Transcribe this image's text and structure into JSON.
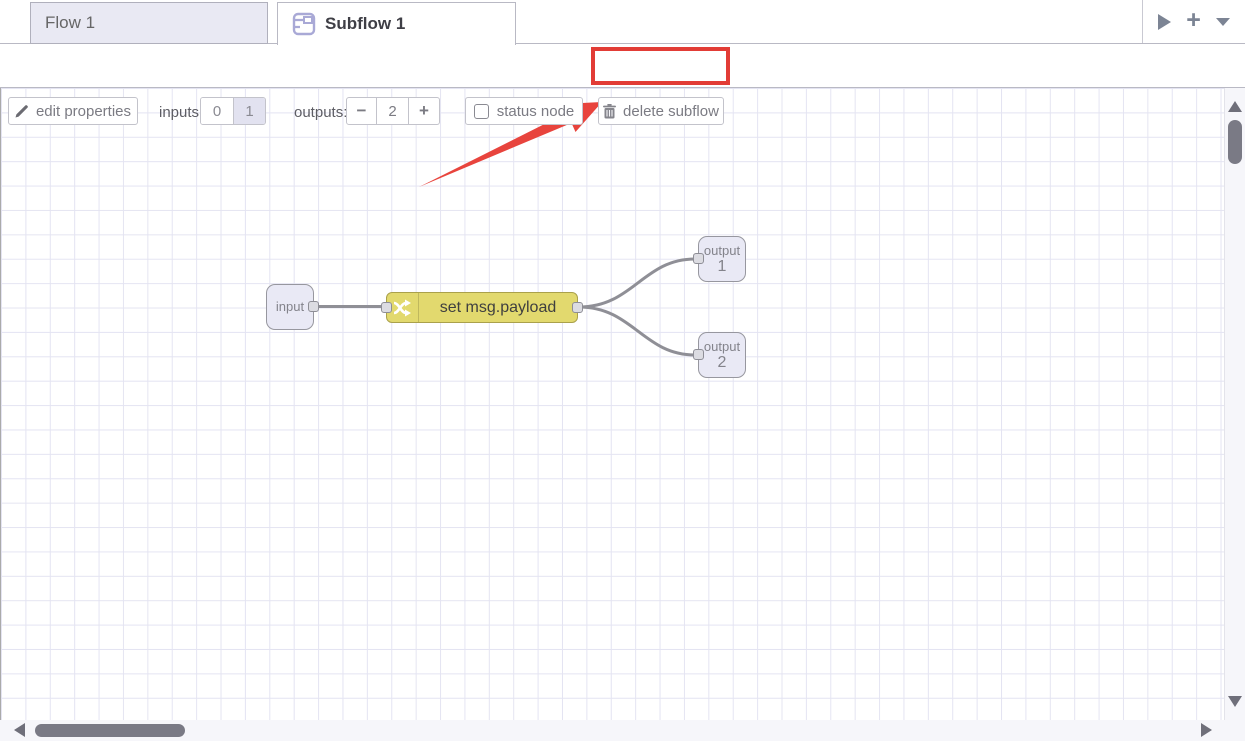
{
  "tab_bar": {
    "tabs": [
      {
        "label": "Flow 1",
        "active": false
      },
      {
        "label": "Subflow 1",
        "active": true
      }
    ],
    "add_icon_glyph": "+"
  },
  "toolbar": {
    "edit_properties_label": "edit properties",
    "inputs_label": "inputs:",
    "input_zero": "0",
    "input_one": "1",
    "input_selected": "1",
    "outputs_label": "outputs:",
    "outputs_minus": "−",
    "outputs_value": "2",
    "outputs_plus": "+",
    "status_node_label": "status node",
    "status_node_checked": false,
    "delete_subflow_label": "delete subflow"
  },
  "canvas": {
    "nodes": {
      "input": {
        "label": "input"
      },
      "change": {
        "label": "set msg.payload"
      },
      "output1": {
        "line1": "output",
        "line2": "1"
      },
      "output2": {
        "line1": "output",
        "line2": "2"
      }
    }
  },
  "annotations": {
    "highlight_target": "delete subflow button",
    "highlight_color": "#e23c36",
    "arrow_color": "#e8443d"
  },
  "colors": {
    "change_node_bg": "#e2d96e",
    "io_node_bg": "#e9e9f5",
    "wire": "#8f8f96",
    "grid_line": "#e4e4f2",
    "tab_inactive_bg": "#e9e9f3",
    "toggle_selected_bg": "#e2e2f0"
  }
}
